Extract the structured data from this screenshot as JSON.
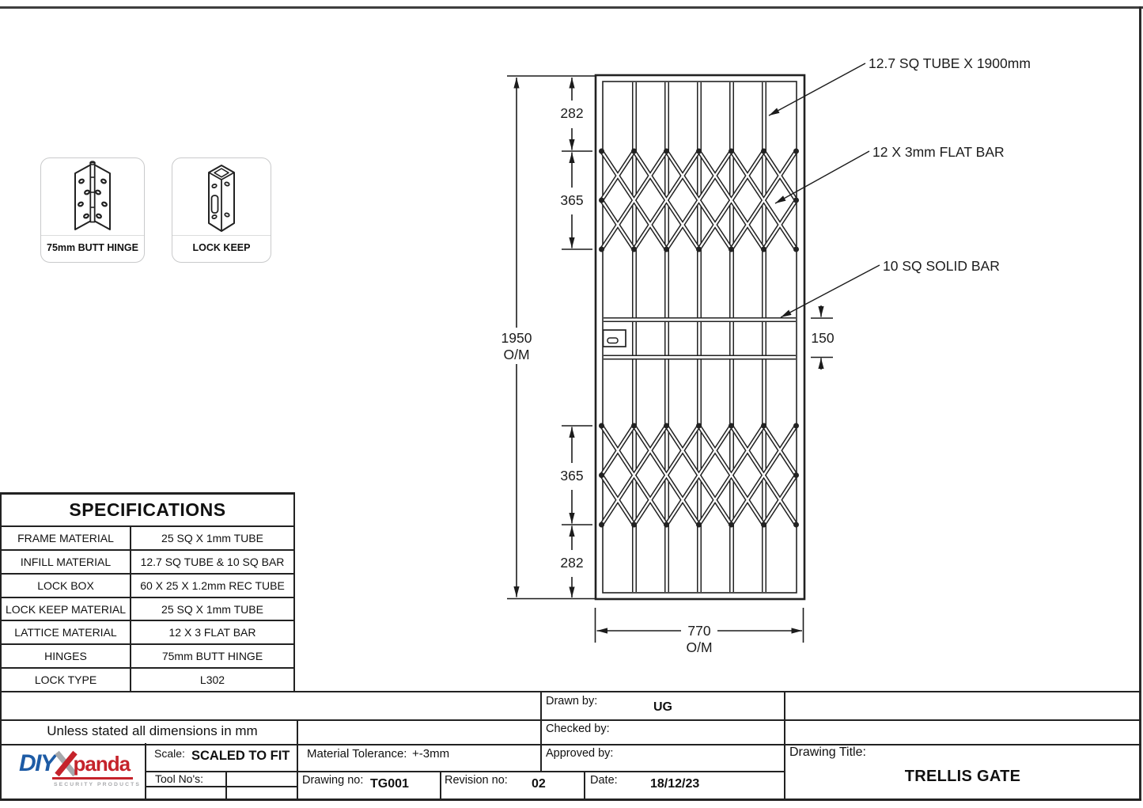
{
  "hardware_cards": [
    {
      "label": "75mm BUTT HINGE",
      "icon": "butt-hinge-icon"
    },
    {
      "label": "LOCK KEEP",
      "icon": "lock-keep-icon"
    }
  ],
  "drawing": {
    "callouts": [
      "12.7 SQ TUBE X 1900mm",
      "12 X 3mm FLAT BAR",
      "10 SQ SOLID BAR"
    ],
    "dims": {
      "total_height": "1950",
      "total_height_suffix": "O/M",
      "top_section": "282",
      "upper_lattice": "365",
      "lock_section": "150",
      "lower_lattice": "365",
      "bottom_section": "282",
      "width": "770",
      "width_suffix": "O/M"
    }
  },
  "spec_table": {
    "title": "SPECIFICATIONS",
    "rows": [
      {
        "label": "FRAME MATERIAL",
        "value": "25 SQ X 1mm TUBE"
      },
      {
        "label": "INFILL MATERIAL",
        "value": "12.7 SQ TUBE & 10 SQ BAR"
      },
      {
        "label": "LOCK BOX",
        "value": "60 X 25 X 1.2mm REC TUBE"
      },
      {
        "label": "LOCK KEEP MATERIAL",
        "value": "25 SQ X 1mm TUBE"
      },
      {
        "label": "LATTICE MATERIAL",
        "value": "12 X 3 FLAT BAR"
      },
      {
        "label": "HINGES",
        "value": "75mm BUTT HINGE"
      },
      {
        "label": "LOCK TYPE",
        "value": "L302"
      }
    ]
  },
  "title_block": {
    "note": "Unless stated all dimensions in mm",
    "drawn_by_label": "Drawn by:",
    "drawn_by": "UG",
    "checked_by_label": "Checked by:",
    "approved_by_label": "Approved by:",
    "scale_label": "Scale:",
    "scale": "SCALED TO FIT",
    "material_tolerance_label": "Material Tolerance:",
    "material_tolerance": "+-3mm",
    "tool_nos_label": "Tool No's:",
    "drawing_no_label": "Drawing no:",
    "drawing_no": "TG001",
    "revision_label": "Revision no:",
    "revision": "02",
    "date_label": "Date:",
    "date": "18/12/23",
    "drawing_title_label": "Drawing Title:",
    "drawing_title": "TRELLIS GATE"
  },
  "logo": {
    "diy": "DIY",
    "panda": "panda",
    "tagline": "SECURITY PRODUCTS",
    "blue": "#1d5ba5",
    "red": "#c5232b",
    "gray": "#a7a9ac"
  }
}
